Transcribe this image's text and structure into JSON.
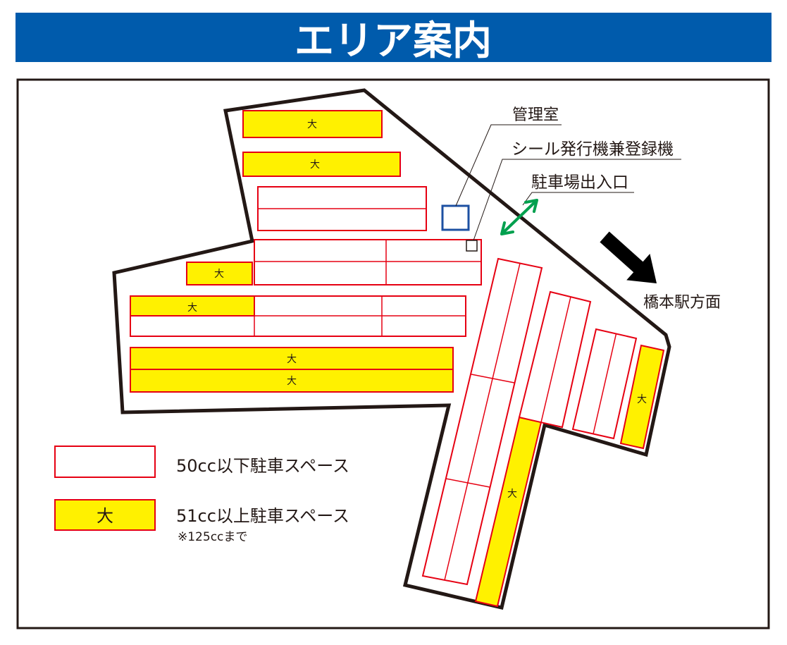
{
  "header": {
    "title": "エリア案内"
  },
  "colors": {
    "header_bg": "#005bac",
    "space_border": "#e60012",
    "large_space_fill": "#fff100",
    "entrance_arrow": "#00a04e",
    "office_box": "#1d50a2",
    "outline": "#231815"
  },
  "icons": {
    "direction": "arrow-down-right-icon",
    "entrance": "double-arrow-icon"
  },
  "map": {
    "large_space_label": "大",
    "office_label": "管理室",
    "sticker_machine_label": "シール発行機兼登録機",
    "entrance_label": "駐車場出入口",
    "direction_label": "橋本駅方面"
  },
  "legend": {
    "small": {
      "label": "50cc以下駐車スペース"
    },
    "large": {
      "swatch_label": "大",
      "label": "51cc以上駐車スペース",
      "note": "※125ccまで"
    }
  }
}
